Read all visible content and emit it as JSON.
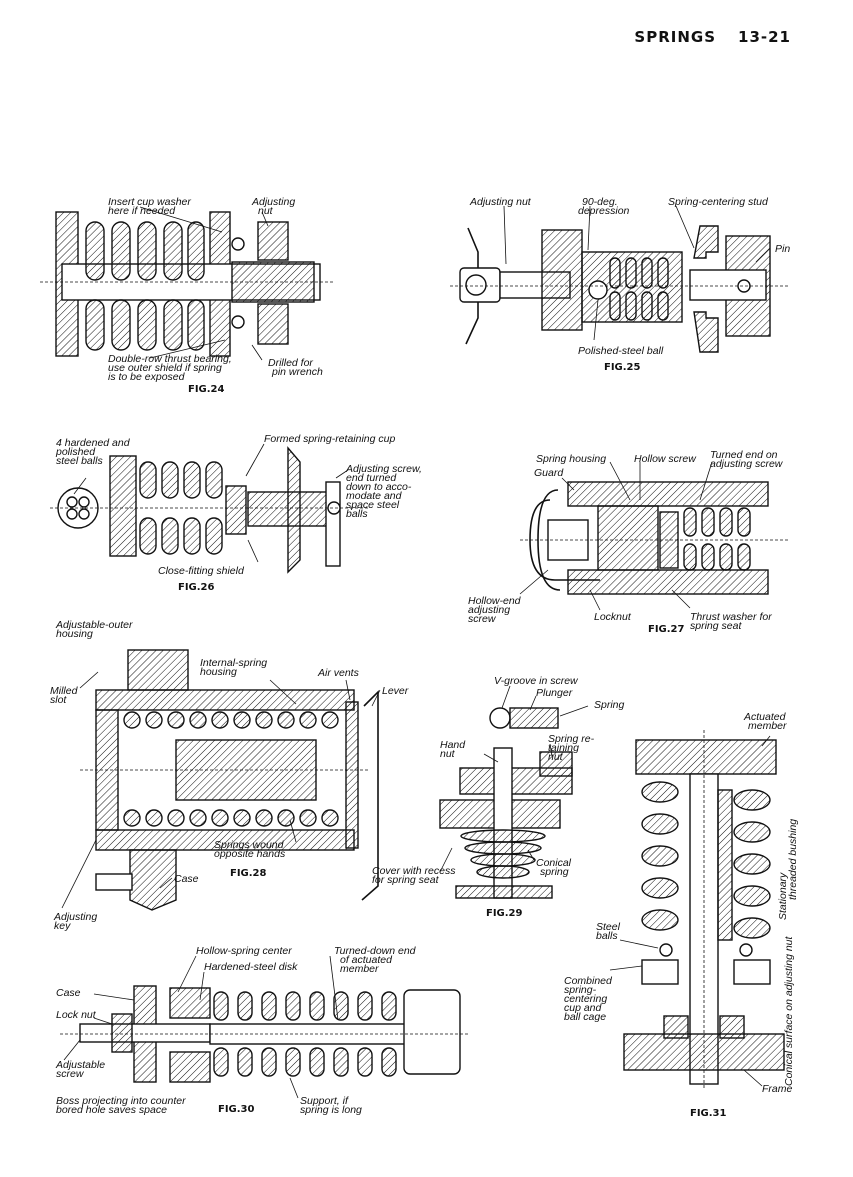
{
  "header": {
    "section": "SPRINGS",
    "page": "13-21"
  },
  "figures": {
    "f24": {
      "title": "FIG.24",
      "labels": {
        "a": "Insert cup washer",
        "a2": "here if needed",
        "b": "Adjusting",
        "b2": "nut",
        "c": "Double-row thrust bearing,",
        "c2": "use outer shield if spring",
        "c3": "is to be exposed",
        "d": "Drilled for",
        "d2": "pin wrench"
      }
    },
    "f25": {
      "title": "FIG.25",
      "labels": {
        "a": "Adjusting nut",
        "b": "90-deg.",
        "b2": "depression",
        "c": "Spring-centering stud",
        "d": "Pin",
        "e": "Polished-steel ball"
      }
    },
    "f26": {
      "title": "FIG.26",
      "labels": {
        "a": "4 hardened and",
        "a2": "polished",
        "a3": "steel balls",
        "b": "Formed spring-retaining cup",
        "c": "Adjusting screw,",
        "c2": "end turned",
        "c3": "down to acco-",
        "c4": "modate and",
        "c5": "space steel",
        "c6": "balls",
        "d": "Close-fitting shield"
      }
    },
    "f27": {
      "title": "FIG.27",
      "labels": {
        "a": "Spring housing",
        "b": "Hollow screw",
        "c": "Turned end on",
        "c2": "adjusting screw",
        "d": "Guard",
        "e": "Hollow-end",
        "e2": "adjusting",
        "e3": "screw",
        "f": "Locknut",
        "g": "Thrust washer for",
        "g2": "spring seat"
      }
    },
    "f28": {
      "title": "FIG.28",
      "labels": {
        "a": "Adjustable-outer",
        "a2": "housing",
        "b": "Internal-spring",
        "b2": "housing",
        "c": "Air vents",
        "d": "Lever",
        "e": "Milled",
        "e2": "slot",
        "f": "Springs wound",
        "f2": "opposite hands",
        "g": "Case",
        "h": "Adjusting",
        "h2": "key"
      }
    },
    "f29": {
      "title": "FIG.29",
      "labels": {
        "a": "V-groove in screw",
        "b": "Plunger",
        "c": "Spring",
        "d": "Spring re-",
        "d2": "taining",
        "d3": "nut",
        "e": "Hand",
        "e2": "nut",
        "f": "Cover with recess",
        "f2": "for spring seat",
        "g": "Conical",
        "g2": "spring"
      }
    },
    "f30": {
      "title": "FIG.30",
      "labels": {
        "a": "Hollow-spring center",
        "b": "Hardened-steel disk",
        "c": "Turned-down end",
        "c2": "of actuated",
        "c3": "member",
        "d": "Case",
        "e": "Lock nut",
        "f": "Adjustable",
        "f2": "screw",
        "g": "Boss projecting into counter",
        "g2": "bored hole saves space",
        "h": "Support, if",
        "h2": "spring is long"
      }
    },
    "f31": {
      "title": "FIG.31",
      "labels": {
        "a": "Actuated",
        "a2": "member",
        "b": "Stationary",
        "b2": "threaded bushing",
        "c": "Conical surface on adjusting nut",
        "d": "Steel",
        "d2": "balls",
        "e": "Combined",
        "e2": "spring-",
        "e3": "centering",
        "e4": "cup and",
        "e5": "ball cage",
        "f": "Frame"
      }
    }
  }
}
